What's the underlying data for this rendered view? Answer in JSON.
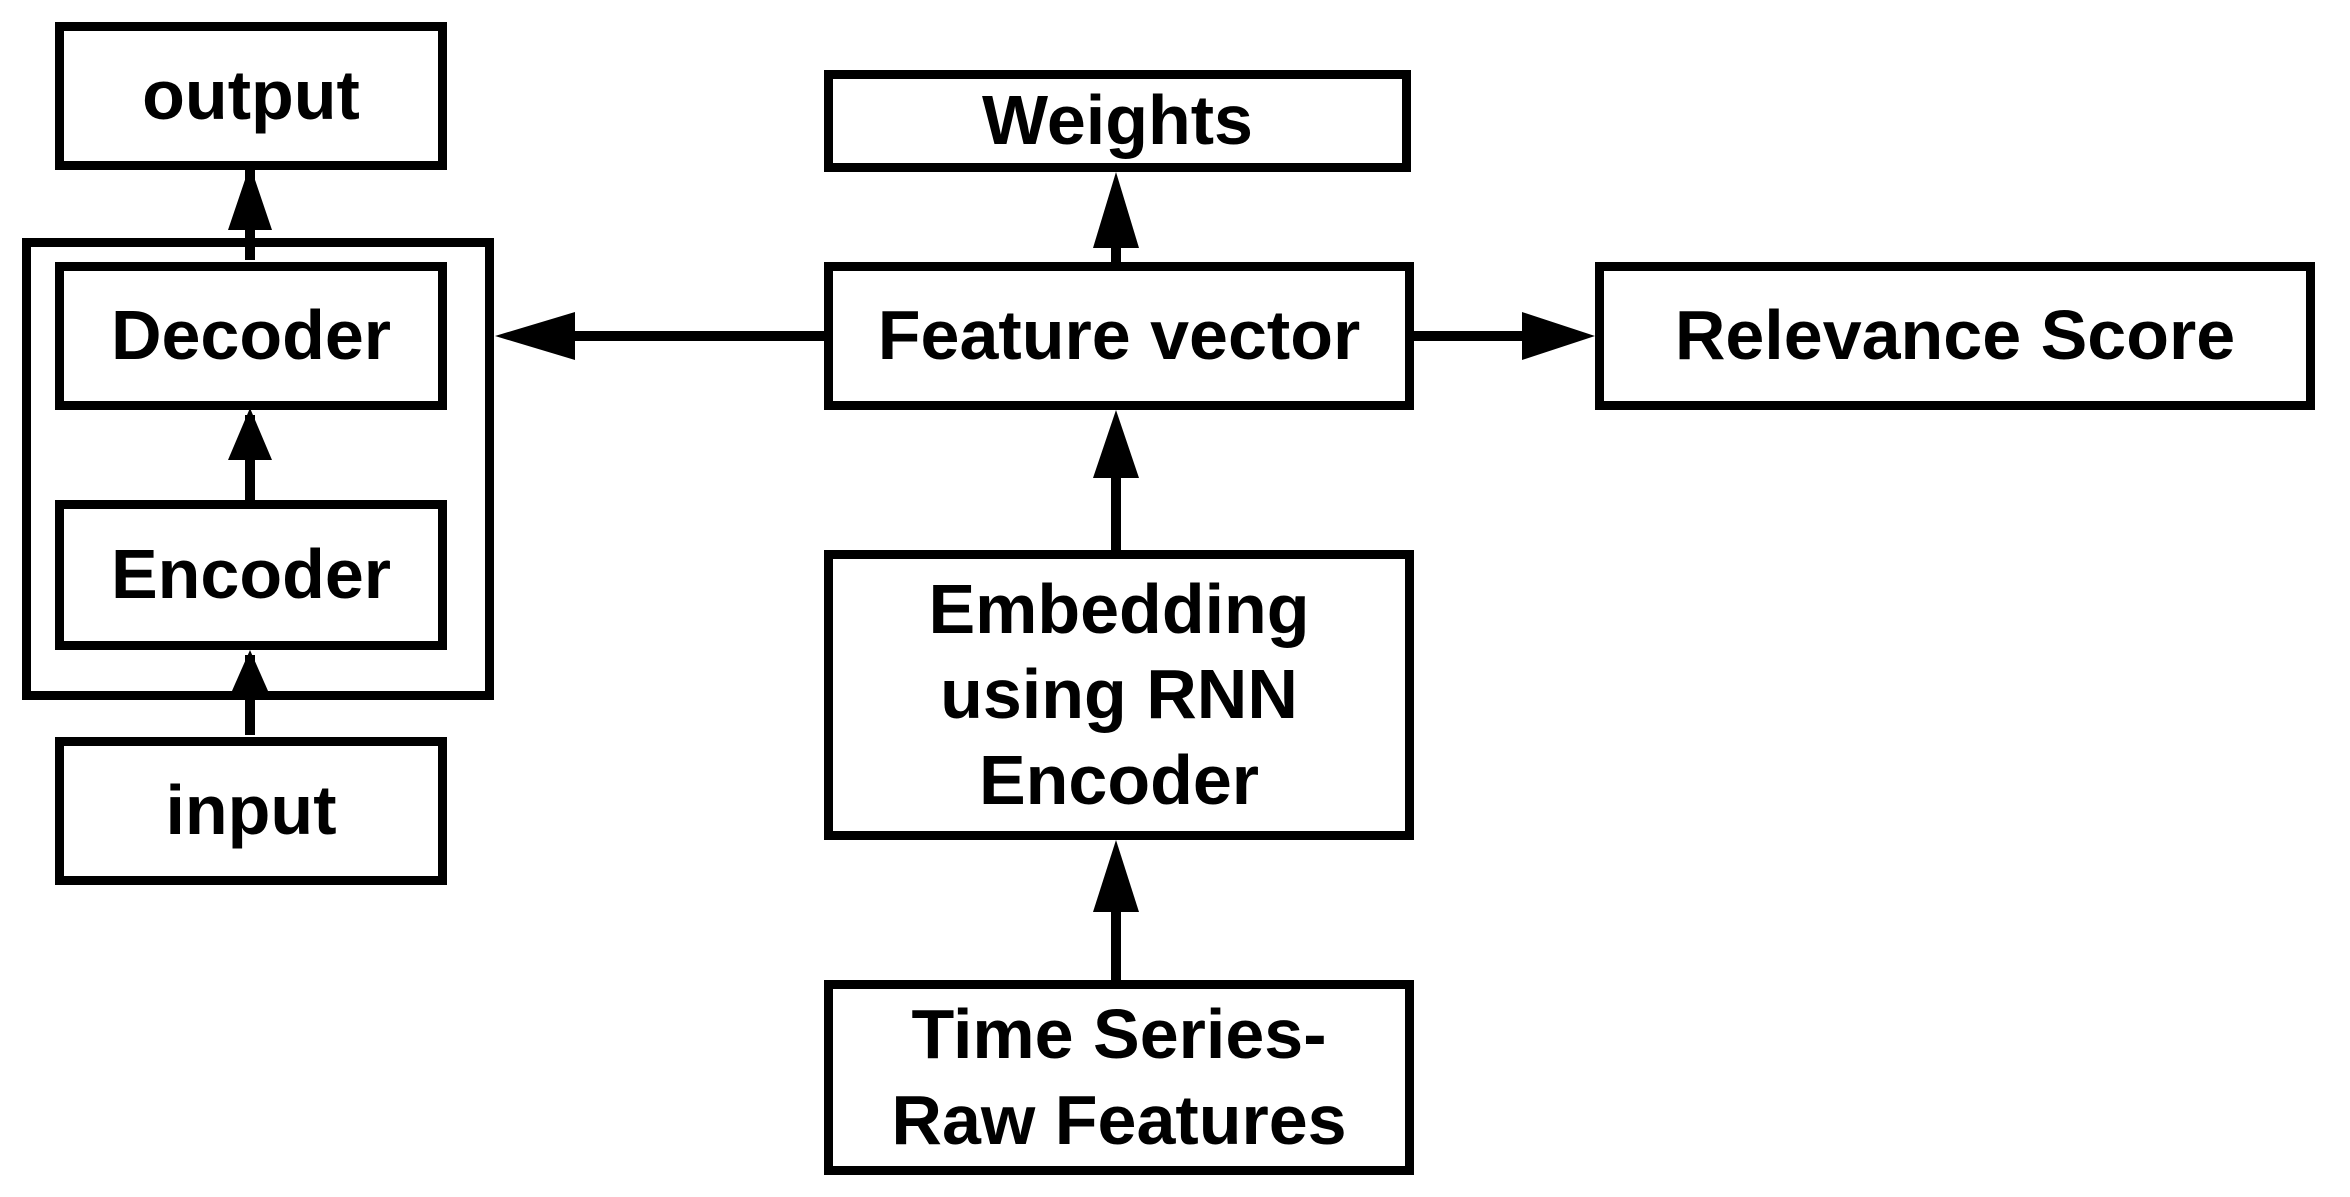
{
  "left_module": {
    "output_label": "output",
    "decoder_label": "Decoder",
    "encoder_label": "Encoder",
    "input_label": "input"
  },
  "right_module": {
    "weights_label": "Weights",
    "feature_vector_label": "Feature vector",
    "relevance_score_label": "Relevance Score",
    "embedding_lines": [
      "Embedding",
      "using RNN",
      "Encoder"
    ],
    "time_series_lines": [
      "Time Series-",
      "Raw Features"
    ]
  },
  "colors": {
    "stroke": "#000000",
    "background": "#ffffff"
  }
}
